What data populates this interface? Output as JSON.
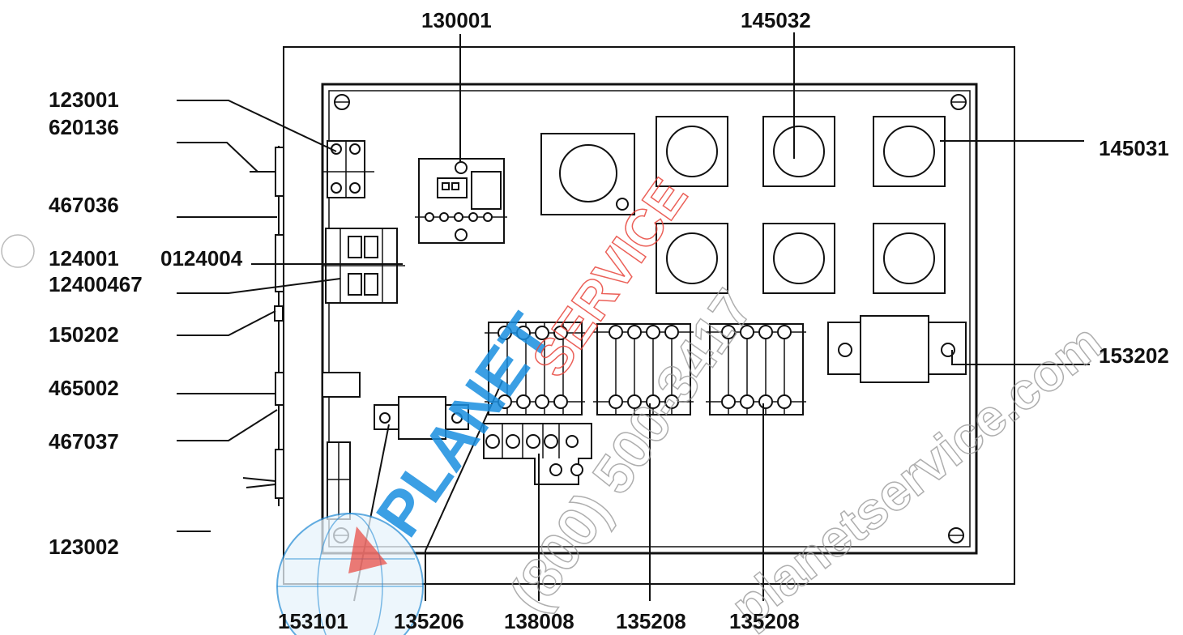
{
  "labels": {
    "p130001": "130001",
    "p145032": "145032",
    "p123001": "123001",
    "p620136": "620136",
    "p145031": "145031",
    "p467036": "467036",
    "p124001": "124001",
    "p0124004": "0124004",
    "p12400467": "12400467",
    "p150202": "150202",
    "p153202": "153202",
    "p465002": "465002",
    "p467037": "467037",
    "p123002": "123002",
    "p153101": "153101",
    "p135206": "135206",
    "p138008": "138008",
    "p135208a": "135208",
    "p135208b": "135208"
  },
  "watermark": {
    "brand": "PLANET",
    "service": "SERVICE",
    "phone": "(800) 500-3417",
    "site": "planetservice.com"
  }
}
